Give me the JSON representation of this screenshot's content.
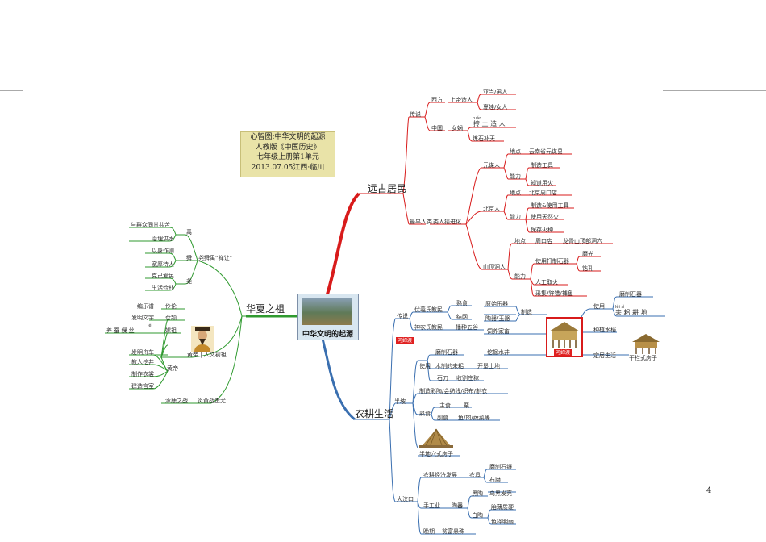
{
  "page_number": "4",
  "title_box": [
    "心智图:中华文明的起源",
    "人教版《中国历史》",
    "七年级上册第1单元",
    "2013.07.05江西·临川"
  ],
  "center": "中华文明的起源",
  "colors": {
    "red": "#d81b1b",
    "green": "#2f9a2f",
    "blue": "#3a6fb0"
  },
  "branches": {
    "yuangu": "远古居民",
    "huaxia": "华夏之祖",
    "nonggeng": "农耕生活"
  },
  "yuangu": {
    "chuanshuo": "传说",
    "xifang": "西方",
    "shangdi": "上帝造人",
    "yadang": "亚当/男人",
    "xiawa": "夏娃/女人",
    "zhongguo": "中国",
    "nvwa": "女娲",
    "tuan_pinyin": "tuán",
    "tuantu": "抟 土 造 人",
    "lianshi": "炼石补天",
    "zuizao": "最早人类",
    "leiren": "类人猿进化",
    "yuanmou": "元谋人",
    "ym_didian": "地点",
    "ym_place": "云南省元谋县",
    "ym_nengli": "能力",
    "ym_zhizao": "制造工具",
    "ym_huo": "知道用火",
    "beijing": "北京人",
    "bj_didian": "地点",
    "bj_place": "北京周口店",
    "bj_nengli": "能力",
    "bj_zhizao": "制造&使用工具",
    "bj_tianran": "使用天然火",
    "bj_baocun": "保存火种",
    "shanding": "山顶洞人",
    "sd_didian": "地点",
    "sd_place": "周口店",
    "sd_place2": "龙骨山顶部洞穴",
    "sd_nengli": "能力",
    "sd_dazhi": "使用打制石器",
    "sd_moguang": "磨光",
    "sd_zuankong": "钻孔",
    "sd_quhuo": "人工取火",
    "sd_caiji": "采集/狩猎/捕鱼"
  },
  "huaxia": {
    "yao": "尧舜禹“禅让”",
    "yu": "禹",
    "yu1": "与群众同甘共苦",
    "yu2": "治理洪水",
    "shun": "舜",
    "shun1": "以身作则",
    "shun2": "宽厚待人",
    "yao2": "尧",
    "yao2_1": "克己爱民",
    "yao2_2": "生活俭朴",
    "huangdi": "黄帝",
    "renwen": "黄帝 | 人文初祖",
    "yinyue": "编乐谱",
    "linglun": "伶伦",
    "wenzi": "发明文字",
    "cangjie": "仓颉",
    "lei_pinyin": "léi",
    "yangcan": "养 蚕 缫 丝",
    "leizu": "嫘祖",
    "hd1": "发明舟车",
    "hd2": "教人挖井",
    "hd3": "制作衣裳",
    "hd4": "建造宫室",
    "zhuolu": "涿鹿之战",
    "yanhuang": "炎黄战蚩尤"
  },
  "nonggeng": {
    "chuanshuo": "传说",
    "fuxi": "伏羲氏教民",
    "shushi": "熟食",
    "jiewang": "结网",
    "shennong": "神农氏教民",
    "bowu": "播种五谷",
    "hemudu_tag": "河姆渡",
    "yuanshi": "原始乐器",
    "taoqi": "陶器/玉器",
    "zhizao": "制造",
    "shiyong": "使用",
    "mozhi": "磨制石器",
    "si_pinyin": "lěi  sì",
    "leisi": "耒 耜 耕 地",
    "siyang": "饲养家畜",
    "zhongzhi": "种植水稻",
    "wajing": "挖掘水井",
    "hemudu": "河姆渡",
    "dingju": "定居生活",
    "ganlan": "干栏式房子",
    "banpo": "半坡",
    "bp_shiyong": "使用",
    "bp_mozhi": "磨制石器",
    "bp_mu": "木制的耒耜",
    "bp_kaiken": "开垦土地",
    "bp_shidao": "石刀",
    "bp_shouge": "收割庄稼",
    "bp_zhizao": "制造彩陶/会纺线/织布/制衣",
    "bp_shushi": "熟食",
    "bp_zhushi": "主食",
    "bp_su": "粟",
    "bp_fushi": "副食",
    "bp_yu": "鱼/肉/蔬菜等",
    "banxue": "半地穴式房子",
    "dawenkou": "大汶口",
    "nongjing": "农耕经济发展",
    "nongju": "农具",
    "mozhi_shichan": "磨制石镰",
    "shimo": "石磨",
    "shougong": "手工业",
    "taoqi2": "陶器",
    "heitao": "黑陶",
    "heitao1": "乌黑发亮",
    "baitao": "白陶",
    "baitao1": "胎薄质硬",
    "baitao2": "色泽明丽",
    "wanqi": "晚期",
    "pinfu": "贫富悬殊"
  }
}
